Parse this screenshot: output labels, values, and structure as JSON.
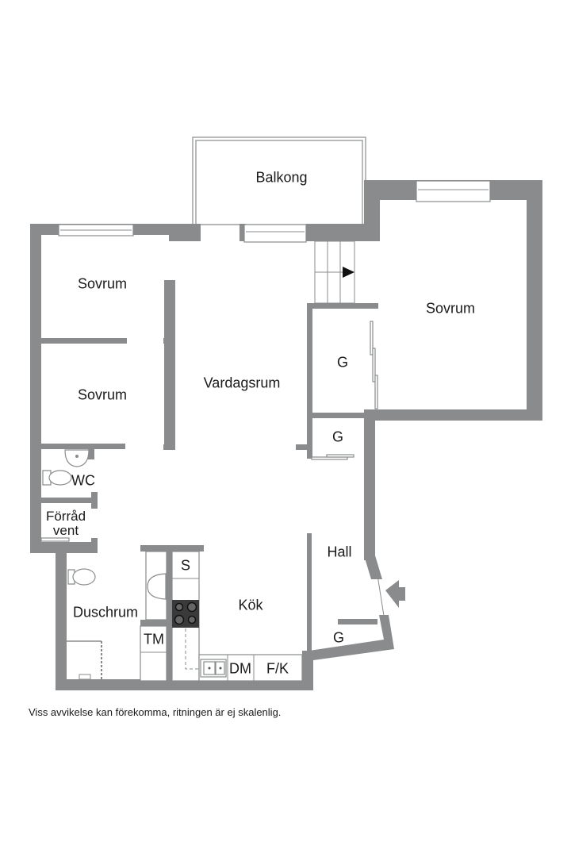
{
  "floorplan": {
    "rooms": [
      {
        "id": "balkong",
        "label": "Balkong"
      },
      {
        "id": "sovrum-1",
        "label": "Sovrum"
      },
      {
        "id": "sovrum-2",
        "label": "Sovrum"
      },
      {
        "id": "sovrum-3",
        "label": "Sovrum"
      },
      {
        "id": "vardagsrum",
        "label": "Vardagsrum"
      },
      {
        "id": "g-1",
        "label": "G"
      },
      {
        "id": "g-2",
        "label": "G"
      },
      {
        "id": "g-3",
        "label": "G"
      },
      {
        "id": "wc",
        "label": "WC"
      },
      {
        "id": "forrad",
        "label": "Förråd",
        "label2": "vent"
      },
      {
        "id": "hall",
        "label": "Hall"
      },
      {
        "id": "duschrum",
        "label": "Duschrum"
      },
      {
        "id": "kok",
        "label": "Kök"
      }
    ],
    "appliances": {
      "s": "S",
      "tm": "TM",
      "dm": "DM",
      "fk": "F/K"
    },
    "icons": {
      "entrance": "entrance-arrow-icon",
      "stairs": "stairs-direction-arrow-icon"
    },
    "colors": {
      "wall": "#8a8b8c",
      "text": "#1a1a1a",
      "stove": "#3a3a3a"
    }
  },
  "caption": "Viss avvikelse kan förekomma, ritningen är ej skalenlig."
}
